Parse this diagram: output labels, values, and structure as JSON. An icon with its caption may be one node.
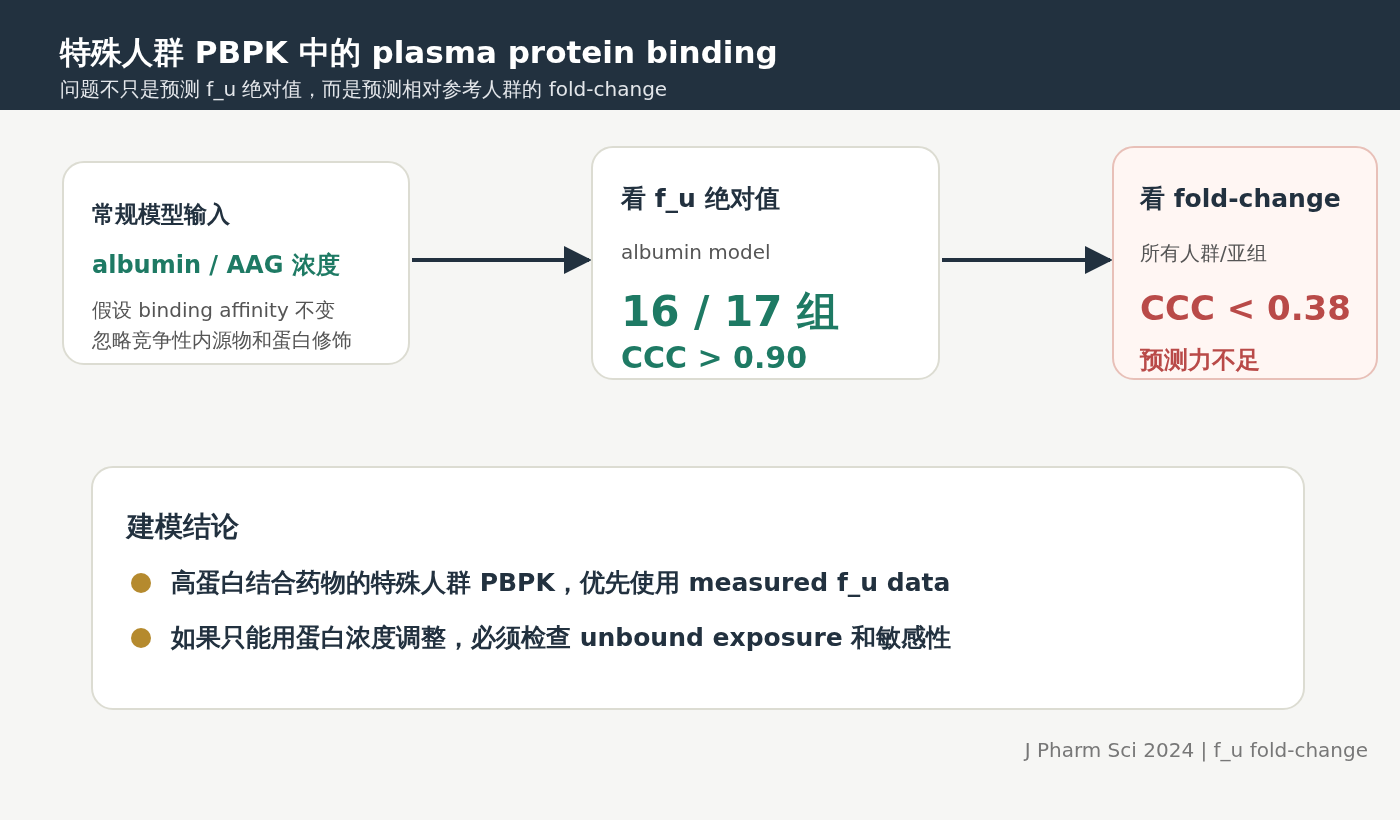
{
  "diagram": {
    "title": "特殊人群 PBPK 中的 plasma protein binding",
    "nodes": [
      {
        "text": [
          "常规模型输入",
          "albumin / AAG 浓度",
          "假设 binding affinity 不变",
          "忽略竞争性内源物和蛋白修饰"
        ]
      },
      {
        "text": [
          "看 f_u 绝对值",
          "albumin model",
          "16 / 17 组",
          "CCC > 0.90"
        ]
      },
      {
        "text": [
          "看 fold-change",
          "所有人群/亚组",
          "CCC < 0.38",
          "预测力不足"
        ]
      },
      {
        "text": [
          "建模结论",
          "高蛋白结合药物的特殊人群 PBPK，优先使用 measured f_u data",
          "如果只能用蛋白浓度调整，必须检查 unbound exposure 和敏感性"
        ]
      }
    ],
    "edges": [
      {
        "from": 0,
        "to": 1,
        "arrow": "to"
      },
      {
        "from": 1,
        "to": 2,
        "arrow": "to"
      }
    ],
    "labels": [
      "问题不只是预测 f_u 绝对值，而是预测相对参考人群的 fold-change",
      "J Pharm Sci 2024 | f_u fold-change"
    ]
  }
}
